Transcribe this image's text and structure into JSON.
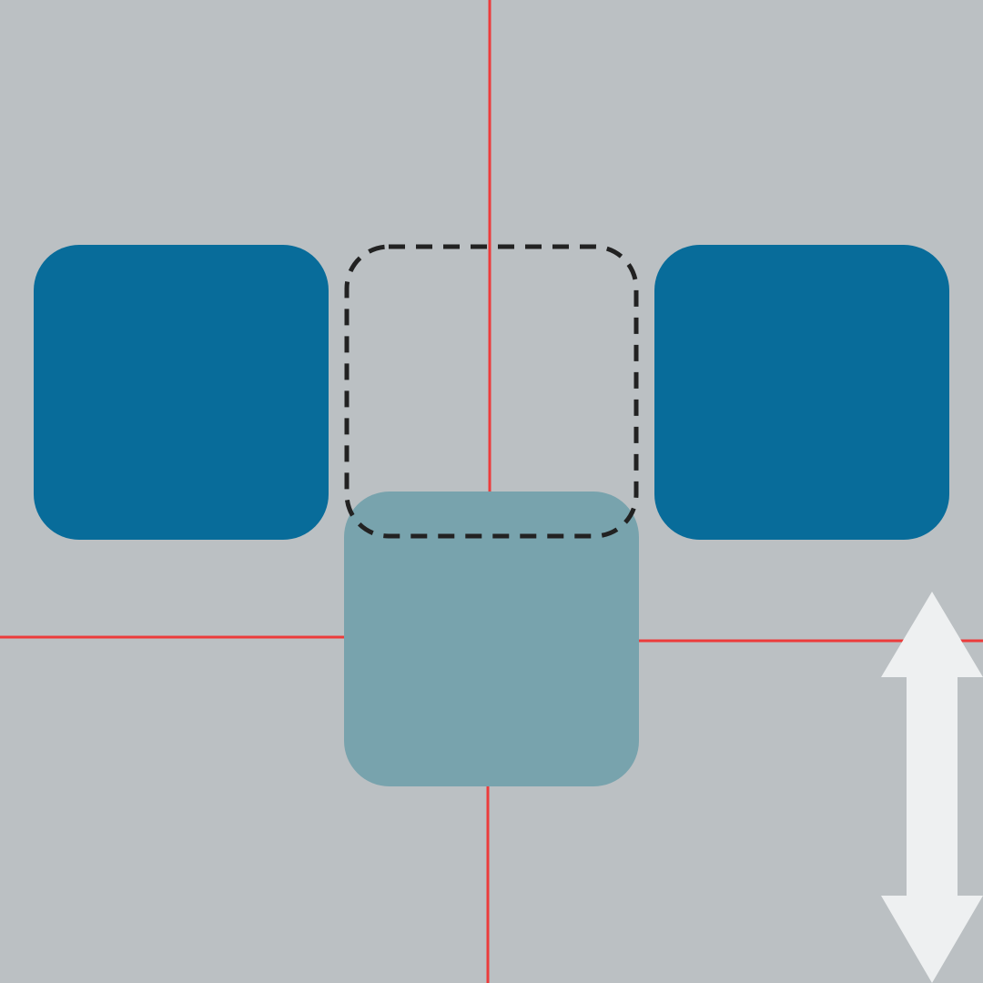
{
  "colors": {
    "background": "#bbc0c3",
    "tile": "#086c9a",
    "dragged_tile": "#78a3ad",
    "drop_outline": "#222222",
    "guide_line": "#ec3b3b",
    "arrow": "#eef0f1"
  },
  "tiles": [
    {
      "name": "tile-left",
      "state": "fixed"
    },
    {
      "name": "tile-right",
      "state": "fixed"
    }
  ],
  "drop_target": {
    "state": "empty",
    "outline": "dashed"
  },
  "dragged_tile": {
    "state": "dragging",
    "direction": "vertical"
  },
  "icons": {
    "move_arrow": "vertical-double-arrow-icon"
  }
}
